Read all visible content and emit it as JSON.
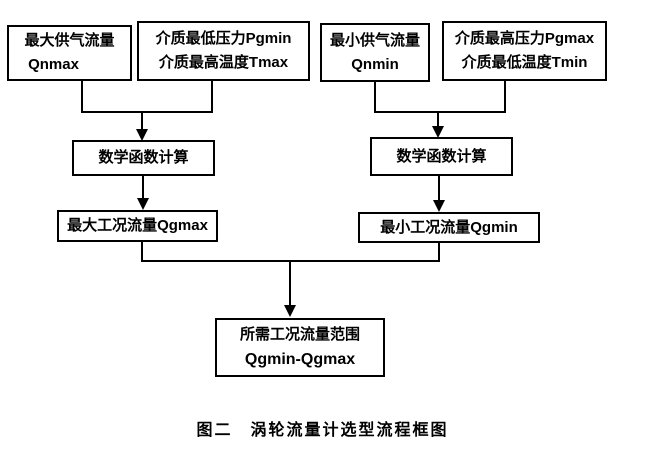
{
  "flowchart": {
    "nodes": {
      "qnmax": {
        "line1": "最大供气流量",
        "line2": "Qnmax"
      },
      "pgmin_tmax": {
        "line1": "介质最低压力Pgmin",
        "line2": "介质最高温度Tmax"
      },
      "qnmin": {
        "line1": "最小供气流量",
        "line2": "Qnmin"
      },
      "pgmax_tmin": {
        "line1": "介质最高压力Pgmax",
        "line2": "介质最低温度Tmin"
      },
      "calc_left": {
        "label": "数学函数计算"
      },
      "calc_right": {
        "label": "数学函数计算"
      },
      "qgmax": {
        "label": "最大工况流量Qgmax"
      },
      "qgmin": {
        "label": "最小工况流量Qgmin"
      },
      "result": {
        "line1": "所需工况流量范围",
        "line2": "Qgmin-Qgmax"
      }
    },
    "caption": "图二　涡轮流量计选型流程框图"
  },
  "colors": {
    "line": "#000000",
    "background": "#ffffff",
    "text": "#000000"
  }
}
